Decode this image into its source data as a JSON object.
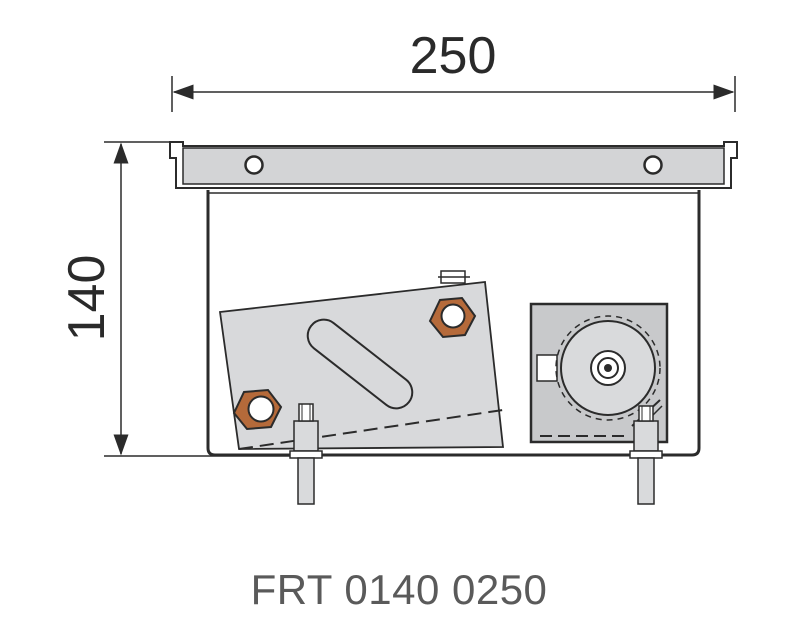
{
  "drawing": {
    "width_label": "250",
    "height_label": "140",
    "model_code": "FRT 0140 0250"
  },
  "colors": {
    "line": "#2b2b2b",
    "grille": "#d3d4d6",
    "body_fill": "#ffffff",
    "heat_exchanger": "#d8d9db",
    "fan_housing": "#c8c9cb",
    "fitting": "#b56a3a"
  }
}
